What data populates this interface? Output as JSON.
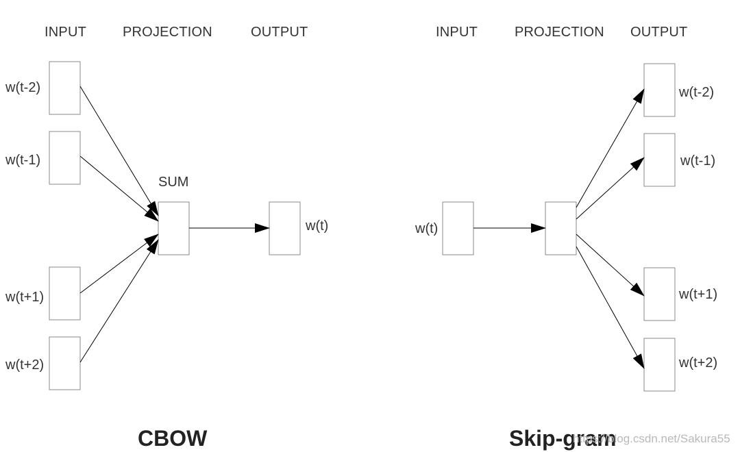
{
  "cbow": {
    "headers": {
      "input": "INPUT",
      "projection": "PROJECTION",
      "output": "OUTPUT"
    },
    "inputs": [
      "w(t-2)",
      "w(t-1)",
      "w(t+1)",
      "w(t+2)"
    ],
    "projection_label": "SUM",
    "output": "w(t)",
    "title": "CBOW"
  },
  "skipgram": {
    "headers": {
      "input": "INPUT",
      "projection": "PROJECTION",
      "output": "OUTPUT"
    },
    "input": "w(t)",
    "outputs": [
      "w(t-2)",
      "w(t-1)",
      "w(t+1)",
      "w(t+2)"
    ],
    "title": "Skip-gram"
  },
  "watermark": "https://blog.csdn.net/Sakura55"
}
